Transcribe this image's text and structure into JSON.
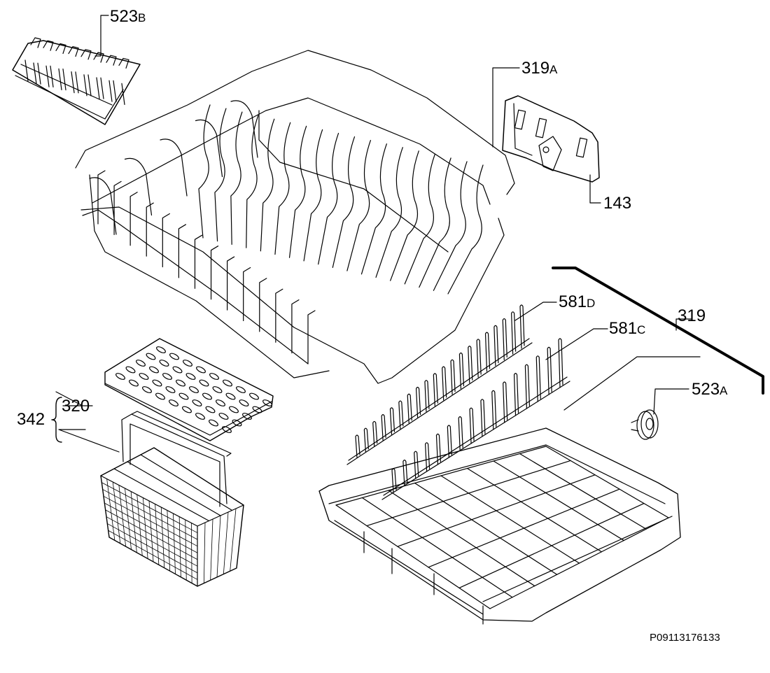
{
  "diagram": {
    "colors": {
      "line": "#000000",
      "background": "#ffffff"
    },
    "labels": {
      "upper_rail_clip": {
        "num": "523",
        "suffix": "B"
      },
      "side_bracket": {
        "num": "319",
        "suffix": "A"
      },
      "bracket_screw": {
        "num": "143",
        "suffix": ""
      },
      "lower_rail": {
        "num": "319",
        "suffix": ""
      },
      "rack_insert_1": {
        "num": "581",
        "suffix": "D"
      },
      "rack_insert_2": {
        "num": "581",
        "suffix": "C"
      },
      "lower_wheel": {
        "num": "523",
        "suffix": "A"
      },
      "cutlery_lid": {
        "num": "320",
        "suffix": ""
      },
      "cutlery_basket": {
        "num": "342",
        "suffix": ""
      }
    },
    "document_id": "P09113176133"
  }
}
